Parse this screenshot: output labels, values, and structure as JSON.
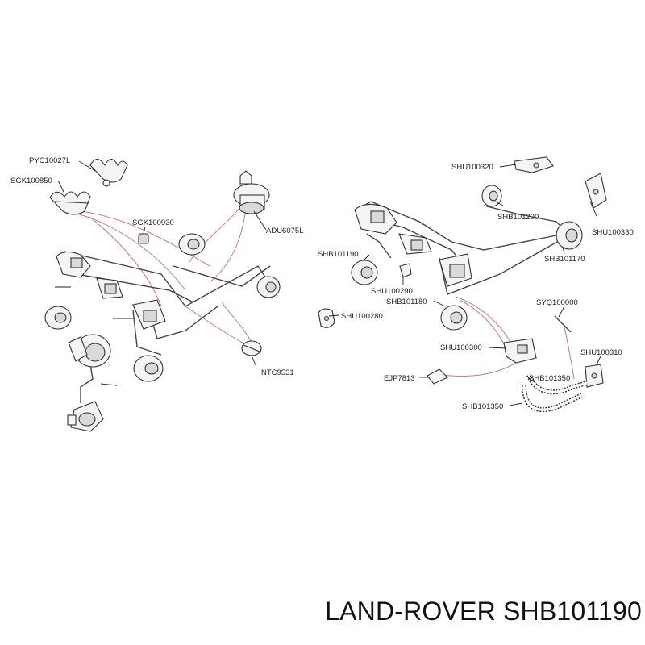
{
  "footer": {
    "title": "LAND-ROVER SHB101190"
  },
  "callouts": {
    "pyc10027l": "PYC10027L",
    "sgk100850": "SGK100850",
    "sgk100930": "SGK100930",
    "adu6075l": "ADU6075L",
    "ntc9531": "NTC9531",
    "shu100320": "SHU100320",
    "shb101200": "SHB101200",
    "shu100330": "SHU100330",
    "shb101170": "SHB101170",
    "shb101190": "SHB101190",
    "shu100290": "SHU100290",
    "shb101180": "SHB101180",
    "shu100280": "SHU100280",
    "syq100000": "SYQ100000",
    "shu100300": "SHU100300",
    "shu100310": "SHU100310",
    "ejp7813": "EJP7813",
    "shb101350_upper": "SHB101350",
    "shb101350_lower": "SHB101350"
  }
}
